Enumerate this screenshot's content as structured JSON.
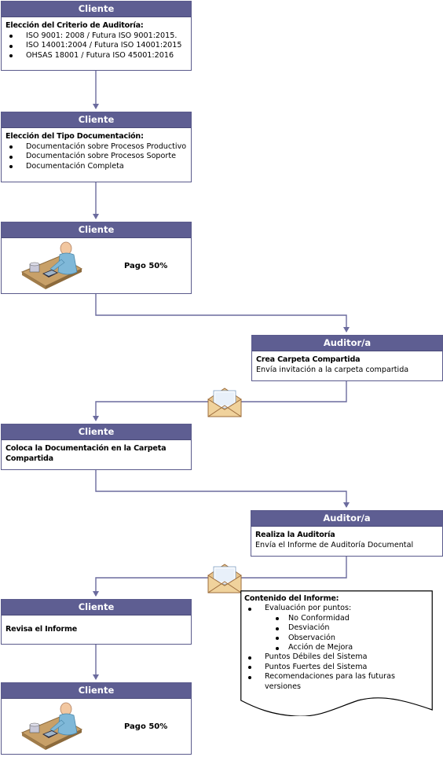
{
  "box1": {
    "header": "Cliente",
    "title": "Elección del Criterio de Auditoría:",
    "items": [
      "ISO 9001: 2008 / Futura ISO 9001:2015.",
      "ISO 14001:2004 / Futura ISO 14001:2015",
      "OHSAS 18001 / Futura ISO 45001:2016"
    ]
  },
  "box2": {
    "header": "Cliente",
    "title": "Elección del Tipo Documentación:",
    "items": [
      "Documentación sobre Procesos Productivo",
      "Documentación sobre Procesos Soporte",
      "Documentación Completa"
    ]
  },
  "box3": {
    "header": "Cliente",
    "text": "Pago 50%"
  },
  "box4": {
    "header": "Auditor/a",
    "title": "Crea Carpeta Compartida",
    "text": "Envía invitación a la carpeta compartida"
  },
  "box5": {
    "header": "Cliente",
    "title": "Coloca la Documentación en la Carpeta Compartida"
  },
  "box6": {
    "header": "Auditor/a",
    "title": "Realiza la Auditoría",
    "text": "Envía el Informe de Auditoría Documental"
  },
  "box7": {
    "header": "Cliente",
    "title": "Revisa el Informe"
  },
  "box8": {
    "header": "Cliente",
    "text": "Pago 50%"
  },
  "report": {
    "title": "Contenido del Informe:",
    "item1": "Evaluación por puntos:",
    "subitems": [
      "No Conformidad",
      "Desviación",
      "Observación",
      "Acción de Mejora"
    ],
    "items": [
      "Puntos Débiles del Sistema",
      "Puntos Fuertes del Sistema",
      "Recomendaciones para las futuras versiones"
    ]
  },
  "icons": [
    "person-at-desk-icon",
    "envelope-icon",
    "arrow-icon"
  ],
  "colors": {
    "header": "#5e5e92",
    "border": "#5a5a8c",
    "connector": "#6b6b9e"
  }
}
